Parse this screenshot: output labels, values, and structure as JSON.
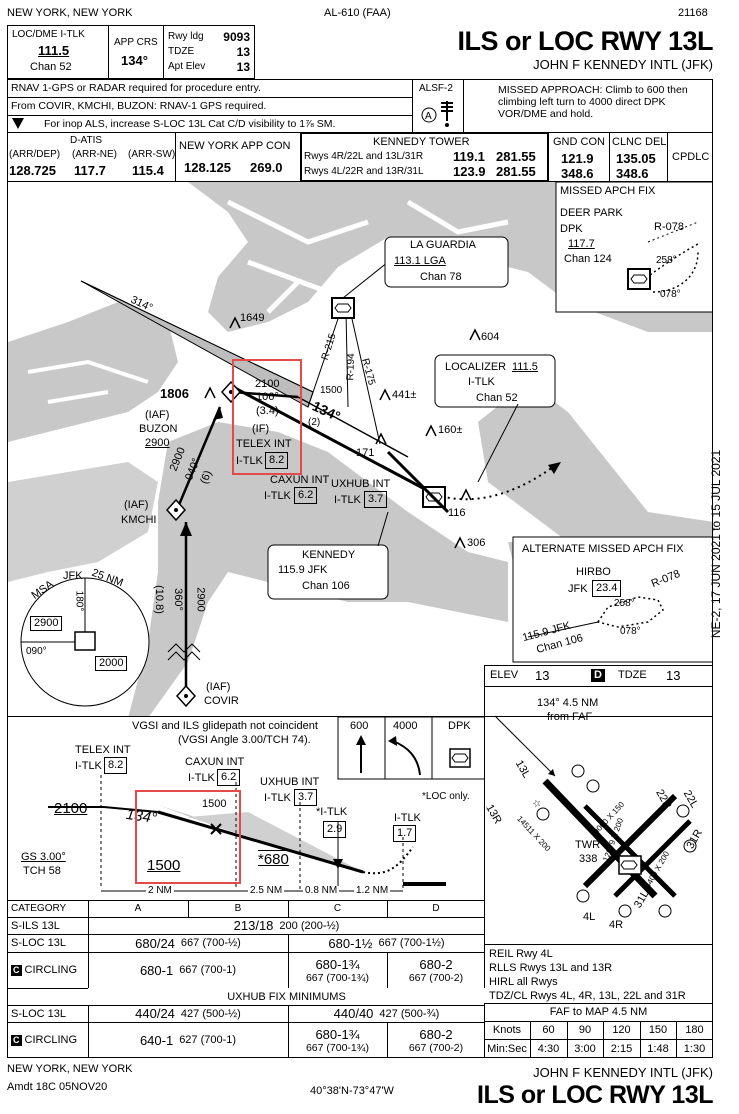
{
  "header": {
    "city_left": "NEW YORK, NEW YORK",
    "proc_id": "AL-610 (FAA)",
    "chart_number": "21168",
    "title": "ILS or LOC RWY 13L",
    "airport": "JOHN F KENNEDY INTL (JFK)"
  },
  "briefing": {
    "loc_label": "LOC/DME  I-TLK",
    "loc_freq": "111.5",
    "loc_chan": "Chan 52",
    "app_crs_label": "APP CRS",
    "app_crs": "134°",
    "rwy_ldg_label": "Rwy ldg",
    "rwy_ldg": "9093",
    "tdze_label": "TDZE",
    "tdze": "13",
    "apt_elev_label": "Apt Elev",
    "apt_elev": "13",
    "note1": "RNAV 1-GPS or RADAR required for procedure entry.",
    "note2": "From COVIR, KMCHI, BUZON: RNAV-1 GPS required.",
    "note3": "For inop ALS, increase S-LOC 13L Cat C/D visibility to 1⅞ SM.",
    "alsf": "ALSF-2",
    "missed_approach": "MISSED APPROACH: Climb to 600 then climbing left turn to 4000 direct DPK VOR/DME and hold."
  },
  "comms": {
    "datis_label": "D-ATIS",
    "datis_sub1": "(ARR/DEP)",
    "datis_sub2": "(ARR-NE)",
    "datis_sub3": "(ARR-SW)",
    "datis_f1": "128.725",
    "datis_f2": "117.7",
    "datis_f3": "115.4",
    "app_label": "NEW YORK APP CON",
    "app_f1": "128.125",
    "app_f2": "269.0",
    "tower_label": "KENNEDY TOWER",
    "tower_r1": "Rwys 4R/22L and 13L/31R",
    "tower_r1_f1": "119.1",
    "tower_r1_f2": "281.55",
    "tower_r2": "Rwys 4L/22R and 13R/31L",
    "tower_r2_f1": "123.9",
    "tower_r2_f2": "281.55",
    "gnd_label": "GND CON",
    "gnd_f1": "121.9",
    "gnd_f2": "348.6",
    "clnc_label": "CLNC DEL",
    "clnc_f1": "135.05",
    "clnc_f2": "348.6",
    "cpdlc": "CPDLC"
  },
  "planview": {
    "missed_fix_title": "MISSED APCH FIX",
    "deer_park": "DEER PARK",
    "dpk": "DPK",
    "dpk_freq": "117.7",
    "dpk_chan": "Chan 124",
    "r078": "R-078",
    "hold_in": "258°",
    "hold_out": "078°",
    "laguardia": "LA GUARDIA",
    "lga_freq": "113.1 LGA",
    "lga_chan": "Chan 78",
    "r215": "R-215",
    "r194": "R-194",
    "r175": "R-175",
    "localizer": "LOCALIZER",
    "loc_freq": "111.5",
    "loc_ident": "I-TLK",
    "loc_chan": "Chan 52",
    "obs1649": "1649",
    "obs604": "604",
    "obs441": "441±",
    "obs160": "160±",
    "obs1806": "1806",
    "obs116": "116",
    "obs306": "306",
    "obs171": "171",
    "crs314": "314°",
    "crs134": "134°",
    "alt2100": "2100",
    "crs106": "106°",
    "dist34": "(3.4)",
    "dist2": "(2)",
    "dist1500": "1500",
    "iaf": "(IAF)",
    "buzon": "BUZON",
    "buzon_alt": "2900",
    "if": "(IF)",
    "telex": "TELEX INT",
    "telex_id": "I-TLK",
    "telex_dme": "8.2",
    "caxun": "CAXUN INT",
    "caxun_id": "I-TLK",
    "caxun_dme": "6.2",
    "uxhub": "UXHUB INT",
    "uxhub_id": "I-TLK",
    "uxhub_dme": "3.7",
    "kmchi_alt": "2900",
    "kmchi_crs": "040°",
    "kmchi_dist": "(6)",
    "kmchi": "KMCHI",
    "kennedy": "KENNEDY",
    "jfk_freq": "115.9 JFK",
    "jfk_chan": "Chan 106",
    "alt_missed_title": "ALTERNATE MISSED APCH FIX",
    "hirbo": "HIRBO",
    "hirbo_id": "JFK",
    "hirbo_dme": "23.4",
    "alt_r078": "R-078",
    "alt_jfk": "115.9 JFK",
    "alt_chan": "Chan 106",
    "alt_hold_in": "258°",
    "alt_hold_out": "078°",
    "msa_label": "MSA",
    "msa_fix": "JFK",
    "msa_nm": "25 NM",
    "msa_180": "180°",
    "msa_090": "090°",
    "msa_2900": "2900",
    "msa_2000": "2000",
    "covir_alt": "2900",
    "covir_crs": "360°",
    "covir_dist": "(10.8)",
    "covir": "COVIR",
    "side_date": "NE-2, 17 JUN 2021 to 15 JUL 2021"
  },
  "profile": {
    "vgsi_note1": "VGSI and ILS glidepath not coincident",
    "vgsi_note2": "(VGSI Angle 3.00/TCH 74).",
    "ma_600": "600",
    "ma_4000": "4000",
    "ma_dpk": "DPK",
    "telex": "TELEX INT",
    "telex_id": "I-TLK",
    "telex_dme": "8.2",
    "caxun": "CAXUN INT",
    "caxun_id": "I-TLK",
    "caxun_dme": "6.2",
    "uxhub": "UXHUB INT",
    "uxhub_id": "I-TLK",
    "uxhub_dme": "3.7",
    "star_id": "*I-TLK",
    "star_dme": "2.9",
    "itlk": "I-TLK",
    "itlk_dme": "1.7",
    "loc_only": "*LOC only.",
    "alt2100": "2100",
    "crs134": "134°",
    "alt1500a": "1500",
    "alt1500b": "1500",
    "alt680": "*680",
    "gs": "GS 3.00°",
    "tch": "TCH 58",
    "d2": "2 NM",
    "d25": "2.5 NM",
    "d08": "0.8 NM",
    "d12": "1.2 NM"
  },
  "airport_diagram": {
    "elev_label": "ELEV",
    "elev": "13",
    "d_box": "D",
    "tdze_label": "TDZE",
    "tdze": "13",
    "faf_note1": "134° 4.5 NM",
    "faf_note2": "from FAF",
    "rwy13l": "13L",
    "rwy13r": "13R",
    "rwy4l": "4L",
    "rwy4r": "4R",
    "rwy22r": "22R",
    "rwy22l": "22L",
    "rwy31l": "31L",
    "rwy31r": "31R",
    "dim1": "10000 X 150",
    "dim2": "14511 X 200",
    "dim3": "8400 X 200",
    "dim4": "12079 X 200",
    "twr": "TWR",
    "twr_elev": "338",
    "lights1": "REIL Rwy 4L",
    "lights2": "RLLS Rwys 13L and 13R",
    "lights3": "HIRL all Rwys",
    "lights4": "TDZ/CL Rwys 4L, 4R, 13L, 22L and 31R"
  },
  "minimums": {
    "cat_label": "CATEGORY",
    "cats": [
      "A",
      "B",
      "C",
      "D"
    ],
    "sils": "S-ILS 13L",
    "sils_val": "213/18",
    "sils_hat": "200 (200-½)",
    "sloc": "S-LOC 13L",
    "sloc_ab": "680/24",
    "sloc_ab_hat": "667 (700-½)",
    "sloc_cd": "680-1½",
    "sloc_cd_hat": "667 (700-1½)",
    "circ_c": "C",
    "circ": "CIRCLING",
    "circ_ab": "680-1",
    "circ_ab_hat": "667 (700-1)",
    "circ_c_val": "680-1¾",
    "circ_c_hat": "667 (700-1¾)",
    "circ_d_val": "680-2",
    "circ_d_hat": "667 (700-2)",
    "uxhub_title": "UXHUB FIX MINIMUMS",
    "u_sloc_ab": "440/24",
    "u_sloc_ab_hat": "427 (500-½)",
    "u_sloc_cd": "440/40",
    "u_sloc_cd_hat": "427 (500-¾)",
    "u_circ_ab": "640-1",
    "u_circ_ab_hat": "627 (700-1)",
    "u_circ_c": "680-1¾",
    "u_circ_c_hat": "667 (700-1¾)",
    "u_circ_d": "680-2",
    "u_circ_d_hat": "667 (700-2)"
  },
  "faf_table": {
    "title": "FAF to MAP  4.5 NM",
    "knots_label": "Knots",
    "minsec_label": "Min:Sec",
    "knots": [
      "60",
      "90",
      "120",
      "150",
      "180"
    ],
    "times": [
      "4:30",
      "3:00",
      "2:15",
      "1:48",
      "1:30"
    ]
  },
  "footer": {
    "city": "NEW YORK, NEW YORK",
    "amdt": "Amdt 18C  05NOV20",
    "coords": "40°38'N-73°47'W",
    "airport": "JOHN F KENNEDY INTL (JFK)",
    "title": "ILS or LOC RWY 13L"
  },
  "colors": {
    "land_gray": "#c8c8c8",
    "highlight": "#e34a4a"
  }
}
